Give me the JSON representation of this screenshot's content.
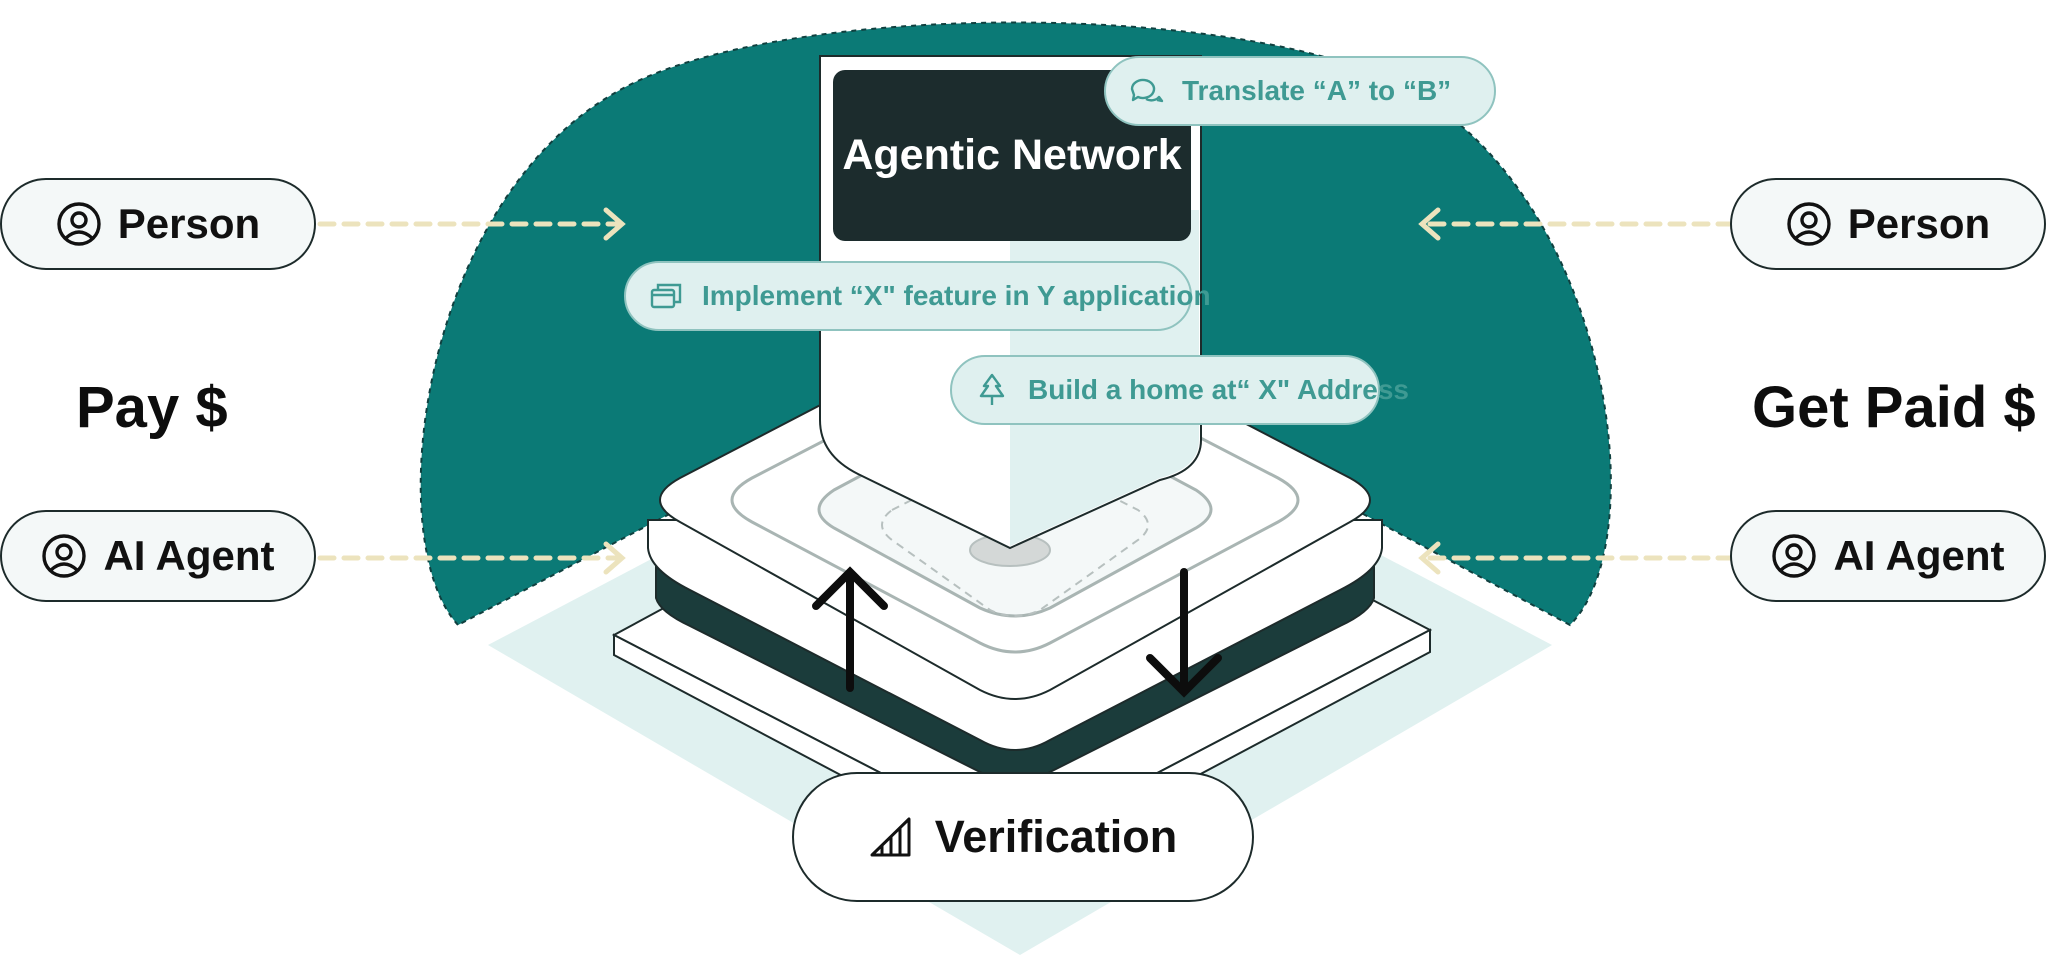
{
  "network": {
    "title": "Agentic Network"
  },
  "left": {
    "money_label": "Pay $",
    "actors": [
      {
        "label": "Person",
        "icon": "user-circle-icon"
      },
      {
        "label": "AI Agent",
        "icon": "user-circle-icon"
      }
    ]
  },
  "right": {
    "money_label": "Get Paid $",
    "actors": [
      {
        "label": "Person",
        "icon": "user-circle-icon"
      },
      {
        "label": "AI Agent",
        "icon": "user-circle-icon"
      }
    ]
  },
  "tasks": [
    {
      "label": "Translate “A” to “B”",
      "icon": "chat-bubbles-icon"
    },
    {
      "label": "Implement “X\" feature in Y application",
      "icon": "windows-icon"
    },
    {
      "label": "Build a home at“ X\" Address",
      "icon": "tree-icon"
    }
  ],
  "verification": {
    "label": "Verification",
    "icon": "signal-bars-icon"
  },
  "colors": {
    "teal": "#0b7a76",
    "pale_teal": "#e0f1f0",
    "dark": "#1c2c2d",
    "dashed_arrow": "#ece3bd",
    "task_text": "#3f9a93"
  }
}
